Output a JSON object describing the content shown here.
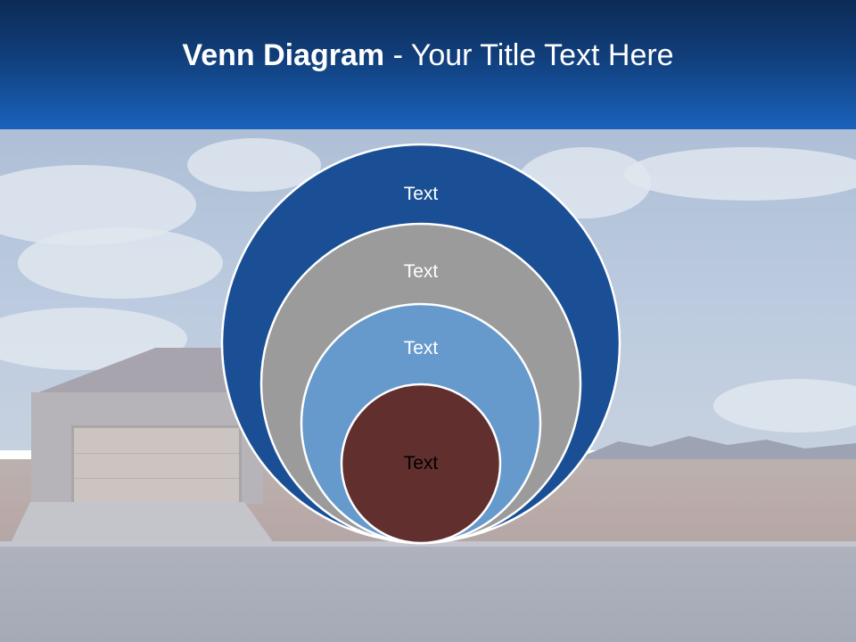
{
  "slide": {
    "title_bold": "Venn Diagram",
    "title_rest": " - Your Title Text Here"
  },
  "diagram": {
    "circles": [
      {
        "label": "Text",
        "color": "#1a4f96",
        "text_color": "#ffffff"
      },
      {
        "label": "Text",
        "color": "#9b9b9b",
        "text_color": "#ffffff"
      },
      {
        "label": "Text",
        "color": "#6699cc",
        "text_color": "#ffffff"
      },
      {
        "label": "Text",
        "color": "#622f2f",
        "text_color": "#000000"
      }
    ]
  },
  "colors": {
    "header_top": "#0c2b55",
    "header_bottom": "#1a63bd"
  }
}
